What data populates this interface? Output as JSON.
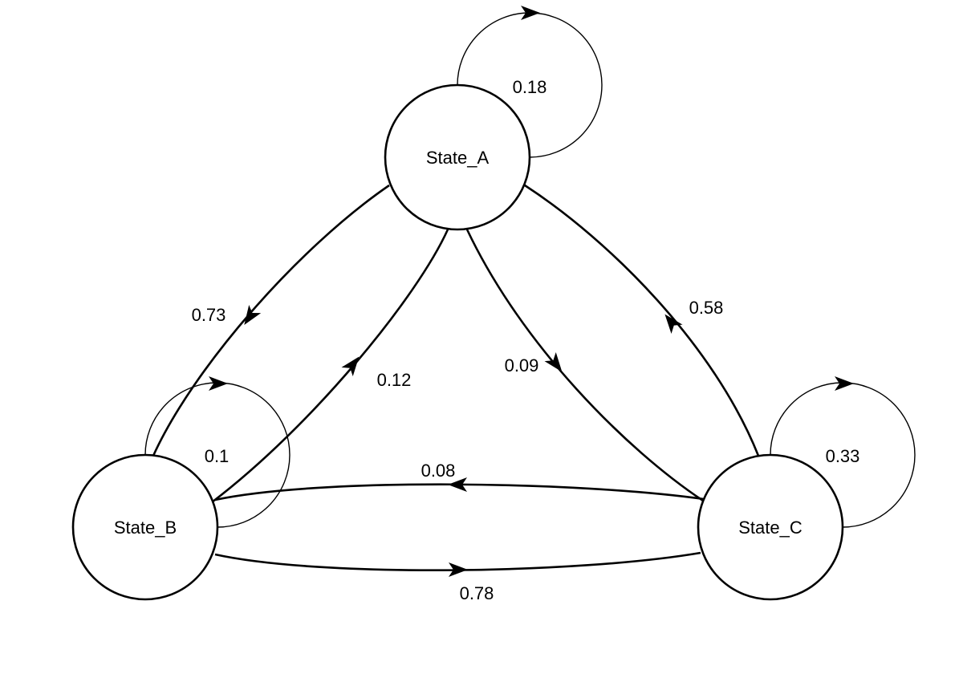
{
  "diagram": {
    "type": "state-transition",
    "nodes": [
      {
        "id": "A",
        "label": "State_A"
      },
      {
        "id": "B",
        "label": "State_B"
      },
      {
        "id": "C",
        "label": "State_C"
      }
    ],
    "edges": [
      {
        "from": "A",
        "to": "A",
        "label": "0.18"
      },
      {
        "from": "A",
        "to": "B",
        "label": "0.73"
      },
      {
        "from": "A",
        "to": "C",
        "label": "0.09"
      },
      {
        "from": "B",
        "to": "A",
        "label": "0.12"
      },
      {
        "from": "B",
        "to": "B",
        "label": "0.1"
      },
      {
        "from": "B",
        "to": "C",
        "label": "0.78"
      },
      {
        "from": "C",
        "to": "A",
        "label": "0.58"
      },
      {
        "from": "C",
        "to": "B",
        "label": "0.08"
      },
      {
        "from": "C",
        "to": "C",
        "label": "0.33"
      }
    ]
  }
}
